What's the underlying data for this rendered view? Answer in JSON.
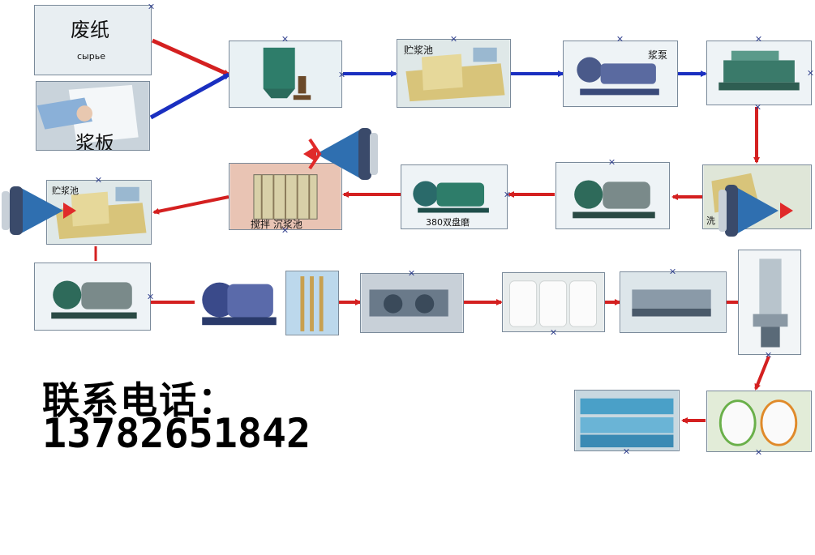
{
  "diagram": {
    "nodes": [
      {
        "id": "waste-paper",
        "label": "废纸",
        "sub": "сырье"
      },
      {
        "id": "pulp-board",
        "label": "浆板"
      },
      {
        "id": "hydrapulper"
      },
      {
        "id": "storage-tank-1",
        "label": "贮浆池"
      },
      {
        "id": "pulp-pump-1",
        "label": "浆泵"
      },
      {
        "id": "screen"
      },
      {
        "id": "washer-cone",
        "label": "洗"
      },
      {
        "id": "pump-2"
      },
      {
        "id": "double-disc-refiner",
        "label": "380双盘磨"
      },
      {
        "id": "mixing-tank",
        "label": "搅拌 沉浆池"
      },
      {
        "id": "storage-tank-2",
        "label": "贮浆池"
      },
      {
        "id": "pump-3"
      },
      {
        "id": "vacuum-machine"
      },
      {
        "id": "spindles"
      },
      {
        "id": "paper-machine"
      },
      {
        "id": "jumbo-rolls"
      },
      {
        "id": "rewinder"
      },
      {
        "id": "band-saw"
      },
      {
        "id": "packaging"
      },
      {
        "id": "finished-product"
      }
    ],
    "flow_colors": {
      "main": "#d42020",
      "alt": "#1a2fc0"
    }
  },
  "contact": {
    "label": "联系电话：",
    "phone": "13782651842"
  }
}
